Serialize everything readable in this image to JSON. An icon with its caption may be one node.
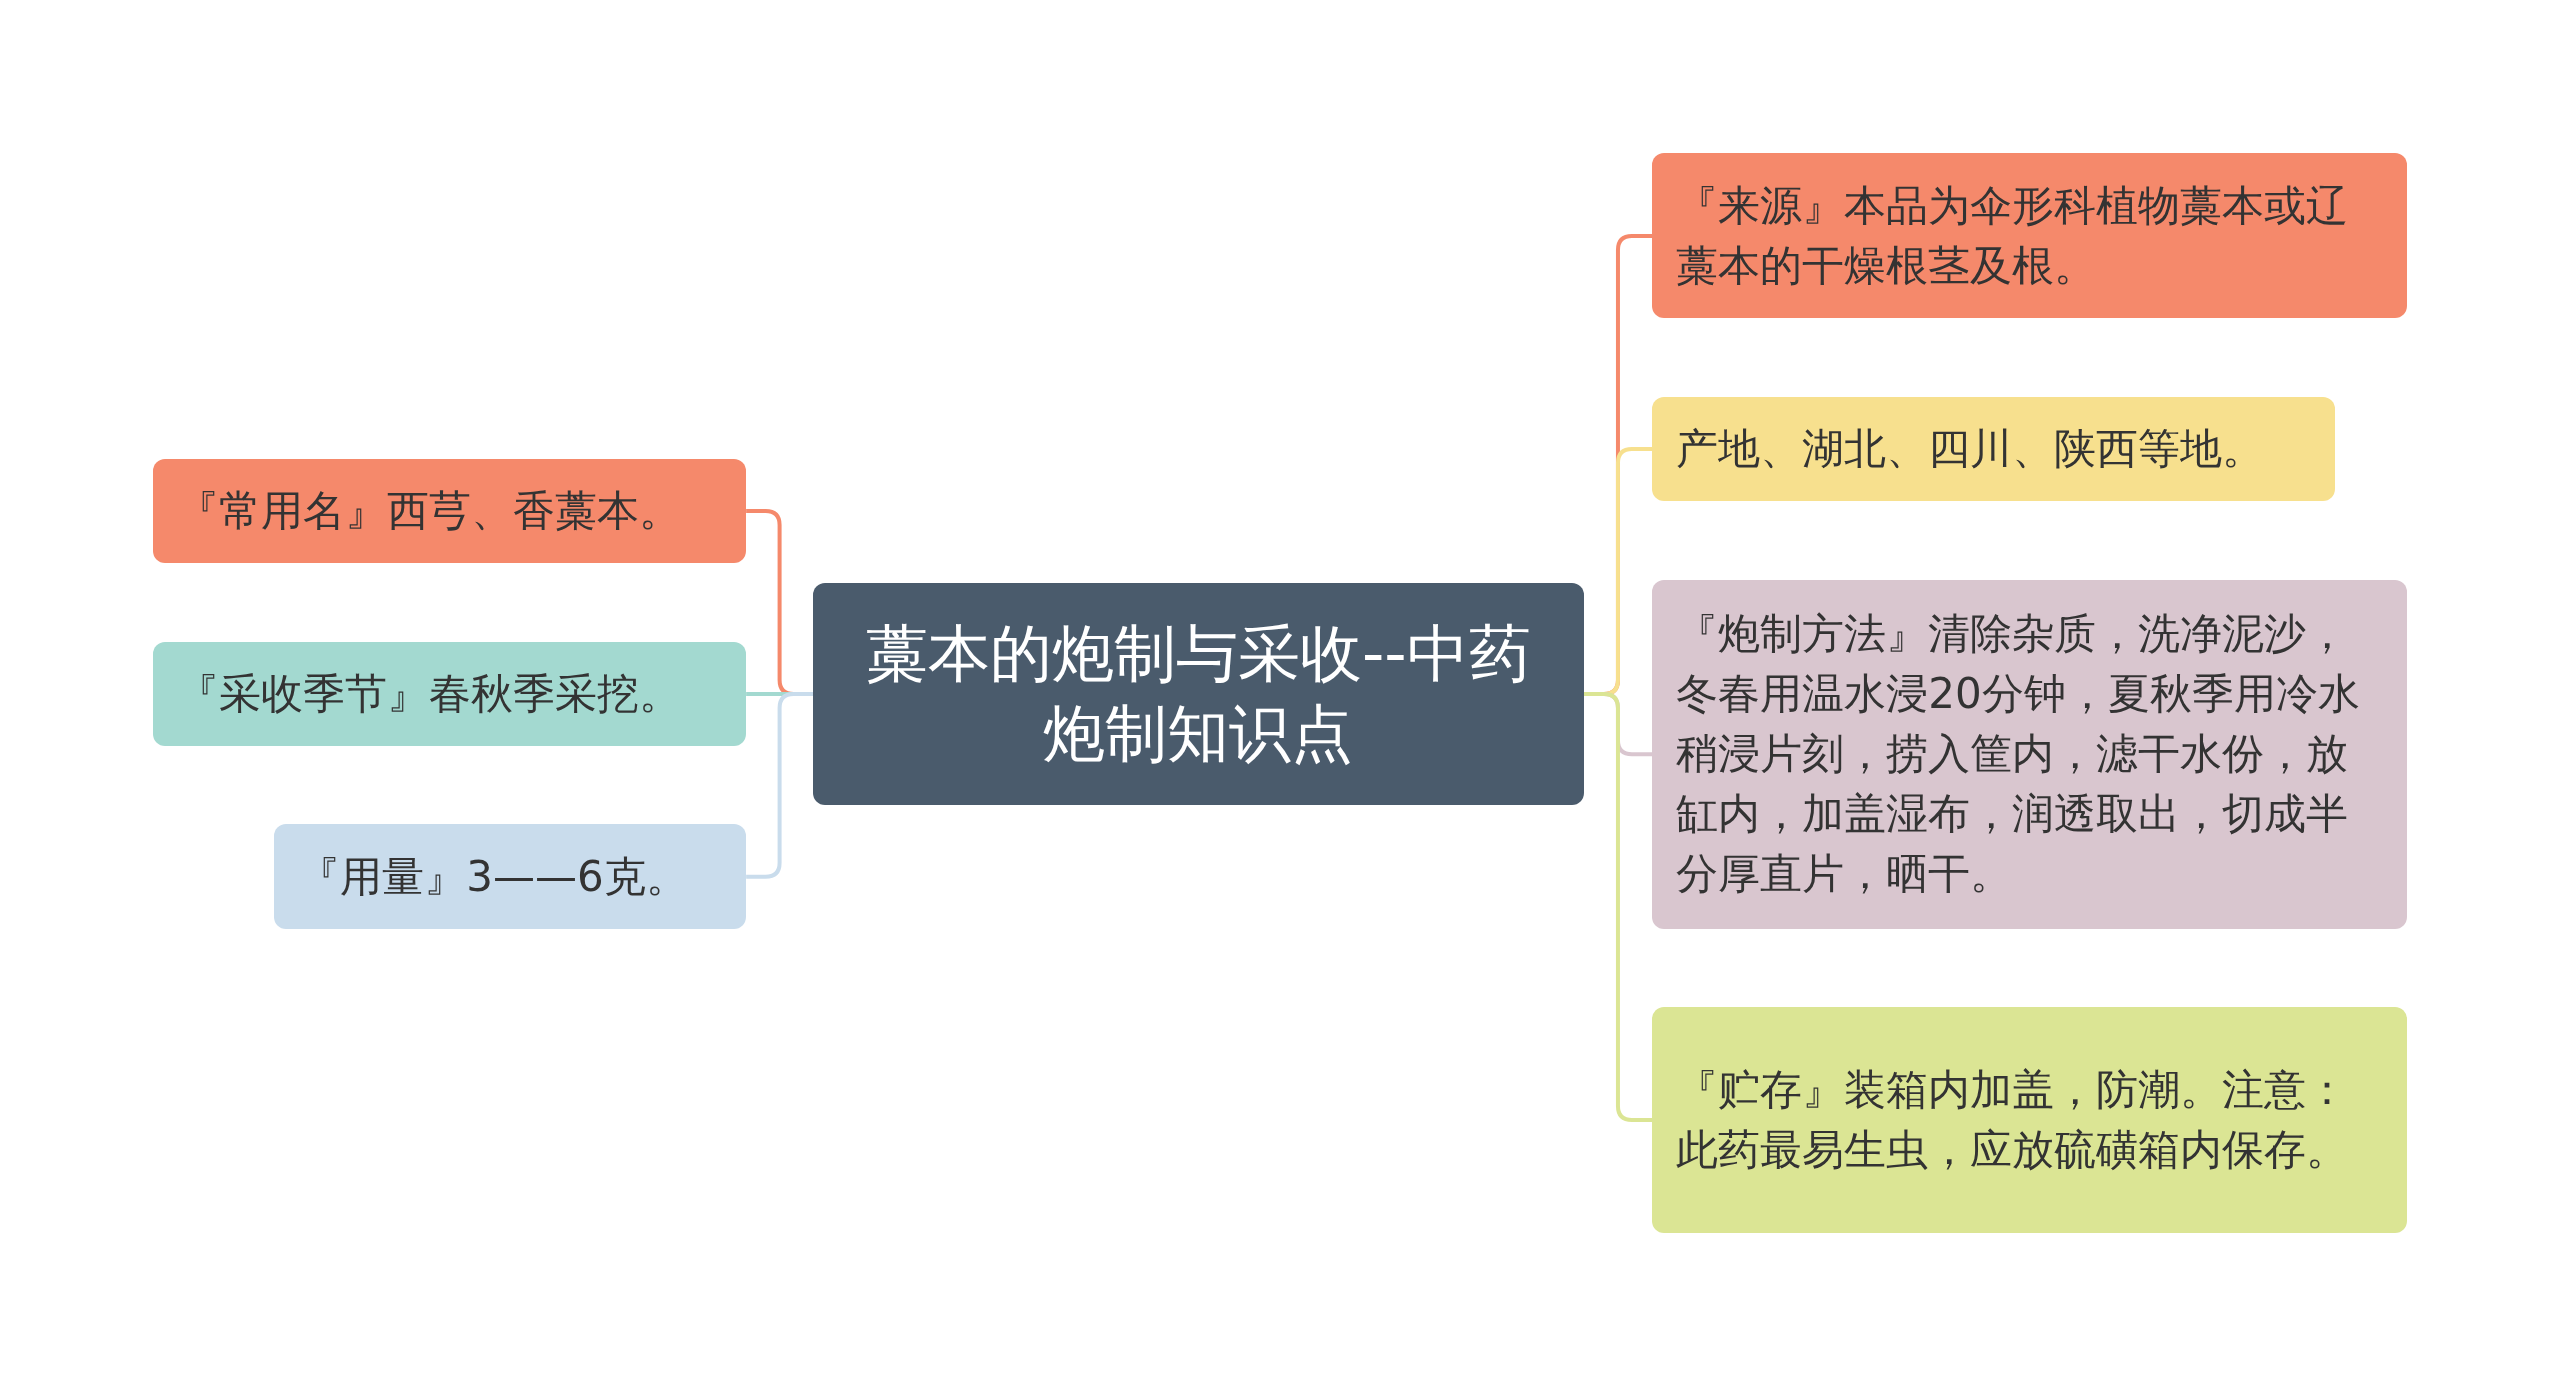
{
  "diagram": {
    "nodes": [
      {
        "text": [
          "藁本的炮制与采收--中药炮制知识点"
        ]
      },
      {
        "text": [
          "『常用名』西芎、香藁本。"
        ]
      },
      {
        "text": [
          "『采收季节』春秋季采挖。"
        ]
      },
      {
        "text": [
          "『用量』3——6克。"
        ]
      },
      {
        "text": [
          "『来源』本品为伞形科植物藁本或辽藁本的干燥根茎及根。"
        ]
      },
      {
        "text": [
          "产地、湖北、四川、陕西等地。"
        ]
      },
      {
        "text": [
          "『炮制方法』清除杂质，洗净泥沙，冬春用温水浸20分钟，夏秋季用冷水稍浸片刻，捞入筐内，滤干水份，放缸内，加盖湿布，润透取出，切成半分厚直片，晒干。"
        ]
      },
      {
        "text": [
          "『贮存』装箱内加盖，防潮。注意：此药最易生虫，应放硫磺箱内保存。"
        ]
      }
    ],
    "edges": [
      {
        "from": 0,
        "to": 1,
        "arrow": "none",
        "color": "#f5896b"
      },
      {
        "from": 0,
        "to": 2,
        "arrow": "none",
        "color": "#a3d9d0"
      },
      {
        "from": 0,
        "to": 3,
        "arrow": "none",
        "color": "#c9dcec"
      },
      {
        "from": 0,
        "to": 4,
        "arrow": "none",
        "color": "#f5896b"
      },
      {
        "from": 0,
        "to": 5,
        "arrow": "none",
        "color": "#f7e08e"
      },
      {
        "from": 0,
        "to": 6,
        "arrow": "none",
        "color": "#d9c6cf"
      },
      {
        "from": 0,
        "to": 7,
        "arrow": "none",
        "color": "#dbe594"
      }
    ]
  }
}
